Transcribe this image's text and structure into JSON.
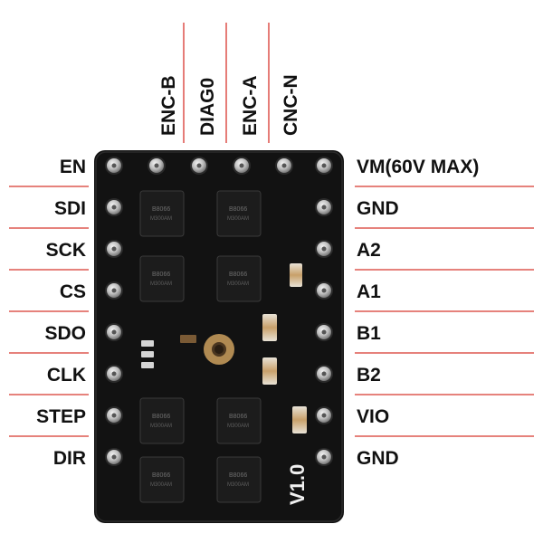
{
  "colors": {
    "label_text": "#111111",
    "leader_line": "#d8372f",
    "board": "#121212",
    "pad_gold": "#b08a52",
    "pin_silver": "#c9c9c9"
  },
  "board": {
    "version_label": "V1.0",
    "chip_marking_line1": "B8066",
    "chip_marking_line2": "M300AM"
  },
  "top_pins": [
    {
      "label": "ENC-B"
    },
    {
      "label": "DIAG0"
    },
    {
      "label": "ENC-A"
    },
    {
      "label": "CNC-N"
    }
  ],
  "left_pins": [
    {
      "label": "EN"
    },
    {
      "label": "SDI"
    },
    {
      "label": "SCK"
    },
    {
      "label": "CS"
    },
    {
      "label": "SDO"
    },
    {
      "label": "CLK"
    },
    {
      "label": "STEP"
    },
    {
      "label": "DIR"
    }
  ],
  "right_pins": [
    {
      "label": "VM(60V MAX)"
    },
    {
      "label": "GND"
    },
    {
      "label": "A2"
    },
    {
      "label": "A1"
    },
    {
      "label": "B1"
    },
    {
      "label": "B2"
    },
    {
      "label": "VIO"
    },
    {
      "label": "GND"
    }
  ]
}
